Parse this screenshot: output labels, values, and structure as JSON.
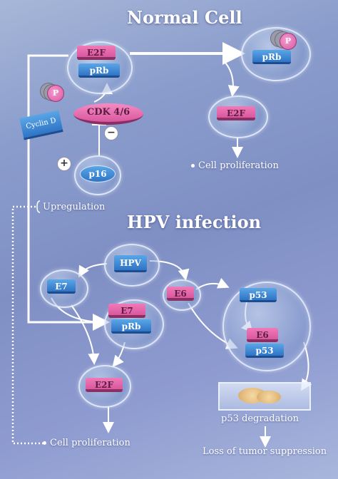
{
  "titles": {
    "normal": "Normal Cell",
    "hpv": "HPV infection"
  },
  "normal": {
    "e2f": "E2F",
    "prb": "pRb",
    "cdk": "CDK 4/6",
    "cyclin": "Cyclin D",
    "p": "P",
    "p16": "p16",
    "prb_phos": "pRb",
    "e2f_free": "E2F",
    "plus": "+",
    "minus": "−",
    "proliferation": "Cell proliferation"
  },
  "upregulation": "Upregulation",
  "hpv": {
    "hpv": "HPV",
    "e7": "E7",
    "e6": "E6",
    "e7_bound": "E7",
    "prb": "pRb",
    "e2f": "E2F",
    "p53": "p53",
    "e6_bound": "E6",
    "p53_bound": "p53",
    "proliferation": "Cell proliferation",
    "degradation": "p53 degradation",
    "loss": "Loss of tumor suppression"
  },
  "colors": {
    "pink": "#e066a8",
    "blue": "#3a86d4",
    "background": "#8a9ccc"
  }
}
